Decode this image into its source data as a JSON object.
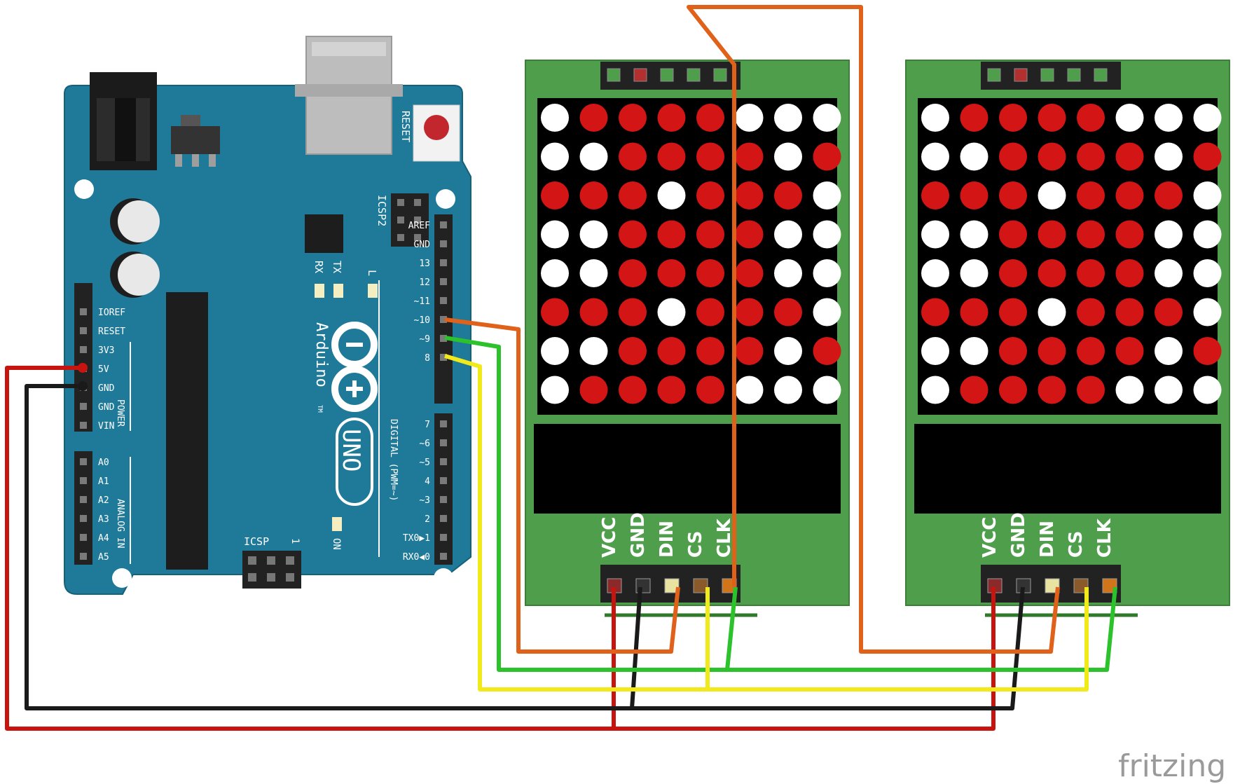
{
  "arduino": {
    "reset_label": "RESET",
    "icsp2_label": "ICSP2",
    "icsp_label": "ICSP",
    "icsp_pin1": "1",
    "tx_label": "TX",
    "rx_label": "RX",
    "l_label": "L",
    "on_label": "ON",
    "brand": "Arduino",
    "tm": "TM",
    "model": "UNO",
    "power_label": "POWER",
    "analog_label": "ANALOG IN",
    "digital_label": "DIGITAL (PWM=~)",
    "power_pins": [
      "IOREF",
      "RESET",
      "3V3",
      "5V",
      "GND",
      "GND",
      "VIN"
    ],
    "analog_pins": [
      "A0",
      "A1",
      "A2",
      "A3",
      "A4",
      "A5"
    ],
    "digital_top": [
      "AREF",
      "GND",
      "13",
      "12",
      "~11",
      "~10",
      "~9",
      "8"
    ],
    "digital_bottom": [
      "7",
      "~6",
      "~5",
      "4",
      "~3",
      "2",
      "TX0▶1",
      "RX0◀0"
    ]
  },
  "module_pins": [
    "VCC",
    "GND",
    "DIN",
    "CS",
    "CLK"
  ],
  "matrix_pattern": [
    "01111000",
    "00111101",
    "11101110",
    "00111100",
    "00111100",
    "11101110",
    "00111101",
    "01111000"
  ],
  "colors": {
    "board": "#1f7a9a",
    "module": "#4f9e4b",
    "led_on": "#d41515",
    "led_off": "#ffffff",
    "wire_red": "#c8140f",
    "wire_black": "#1a1a1a",
    "wire_orange": "#e0621a",
    "wire_green": "#2bc22b",
    "wire_yellow": "#f1ea1a"
  },
  "watermark": "fritzing"
}
